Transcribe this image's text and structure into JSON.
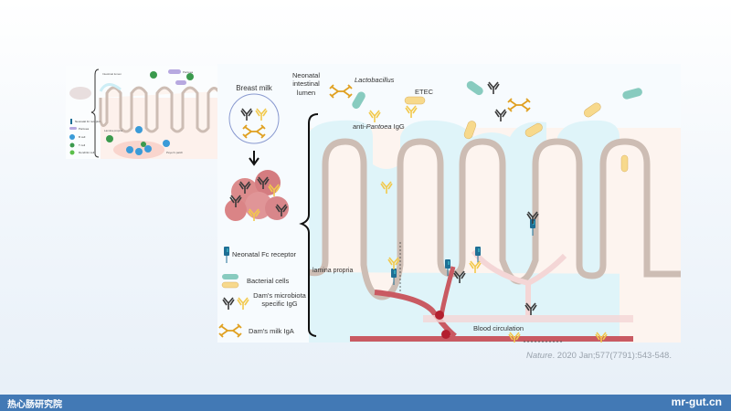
{
  "inset": {
    "labels": {
      "lumen": "Intestinal lumen",
      "pantoea": "Pantoea",
      "lamina_propria": "Lamina propria",
      "peyers_patch": "Peyer's patch"
    },
    "legend": [
      {
        "icon": "neonatal-fc-receptor-icon",
        "label": "Neonatal Fc receptor"
      },
      {
        "icon": "pantoea-bacterium-icon",
        "label": "Pantoea"
      },
      {
        "icon": "b-cell-icon",
        "label": "B cell"
      },
      {
        "icon": "t-cell-icon",
        "label": "T cell"
      },
      {
        "icon": "dendritic-cell-icon",
        "label": "Dendritic cell"
      }
    ]
  },
  "main": {
    "breast_milk_label": "Breast milk",
    "lumen_label": "Neonatal intestinal lumen",
    "lactobacillus_label": "Lactobacillus",
    "etec_label": "ETEC",
    "anti_pantoea_prefix": "anti-",
    "anti_pantoea_italic": "Pantoea",
    "anti_pantoea_suffix": " IgG",
    "lamina_propria_label": "lamina propria",
    "blood_circulation_label": "Blood circulation",
    "legend": [
      {
        "icon": "neonatal-fc-receptor-icon",
        "label": "Neonatal Fc receptor"
      },
      {
        "icon": "bacterial-cells-icon",
        "label": "Bacterial cells"
      },
      {
        "icon": "igg-antibody-icon",
        "label": "Dam's microbiota specific IgG"
      },
      {
        "icon": "iga-antibody-icon",
        "label": "Dam's milk IgA"
      }
    ],
    "colors": {
      "igg_dark": "#3a3a3a",
      "igg_yellow": "#f2c94c",
      "iga_orange": "#e0a020",
      "fcrn_blue": "#1f6f95",
      "mucus": "#dff4f9",
      "epithelium": "#cdbdb4",
      "lamina": "#fdf4ef",
      "vessel": "#c95a62",
      "bacteria_teal": "#88cbbf",
      "bacteria_yellow": "#f7d98c"
    }
  },
  "citation": {
    "journal": "Nature",
    "ref": ". 2020 Jan;577(7791):543-548."
  },
  "footer": {
    "left": "热心肠研究院",
    "right": "mr-gut.cn"
  }
}
